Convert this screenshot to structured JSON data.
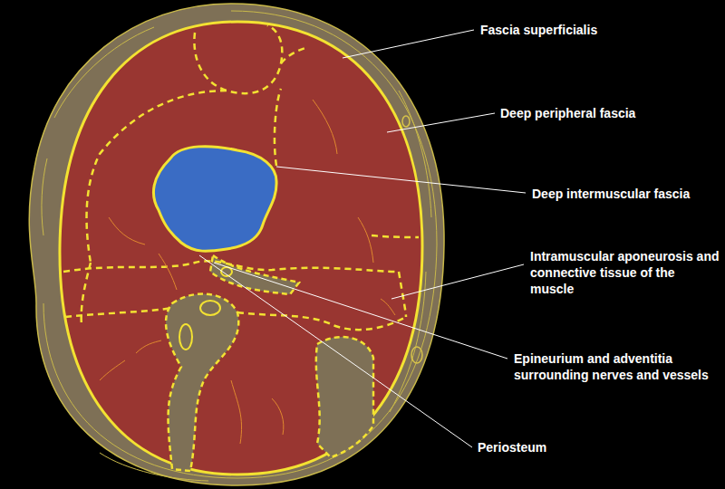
{
  "diagram": {
    "labels": [
      "Fascia superficialis",
      "Deep peripheral fascia",
      "Deep intermuscular fascia",
      "Intramuscular aponeurosis and connective tissue of the muscle",
      "Epineurium and adventitia surrounding nerves and vessels",
      "Periosteum"
    ]
  }
}
